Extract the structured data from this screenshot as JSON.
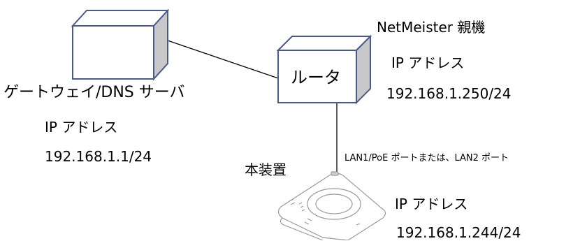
{
  "gateway": {
    "title": "ゲートウェイ/DNS サーバ",
    "ip_label": "IP アドレス",
    "ip_value": "192.168.1.1/24"
  },
  "router": {
    "label": "ルータ"
  },
  "parent_unit": {
    "title": "NetMeister 親機",
    "ip_label": "IP アドレス",
    "ip_value": "192.168.1.250/24"
  },
  "device": {
    "title": "本装置",
    "port_label": "LAN1/PoE ポートまたは、LAN2 ポート",
    "ip_label": "IP アドレス",
    "ip_value": "192.168.1.244/24"
  },
  "colors": {
    "box_front": "#ffffff",
    "box_side": "#c8c8c8",
    "box_top": "#ffffff",
    "stroke": "#4a5a8a",
    "line": "#000000"
  }
}
